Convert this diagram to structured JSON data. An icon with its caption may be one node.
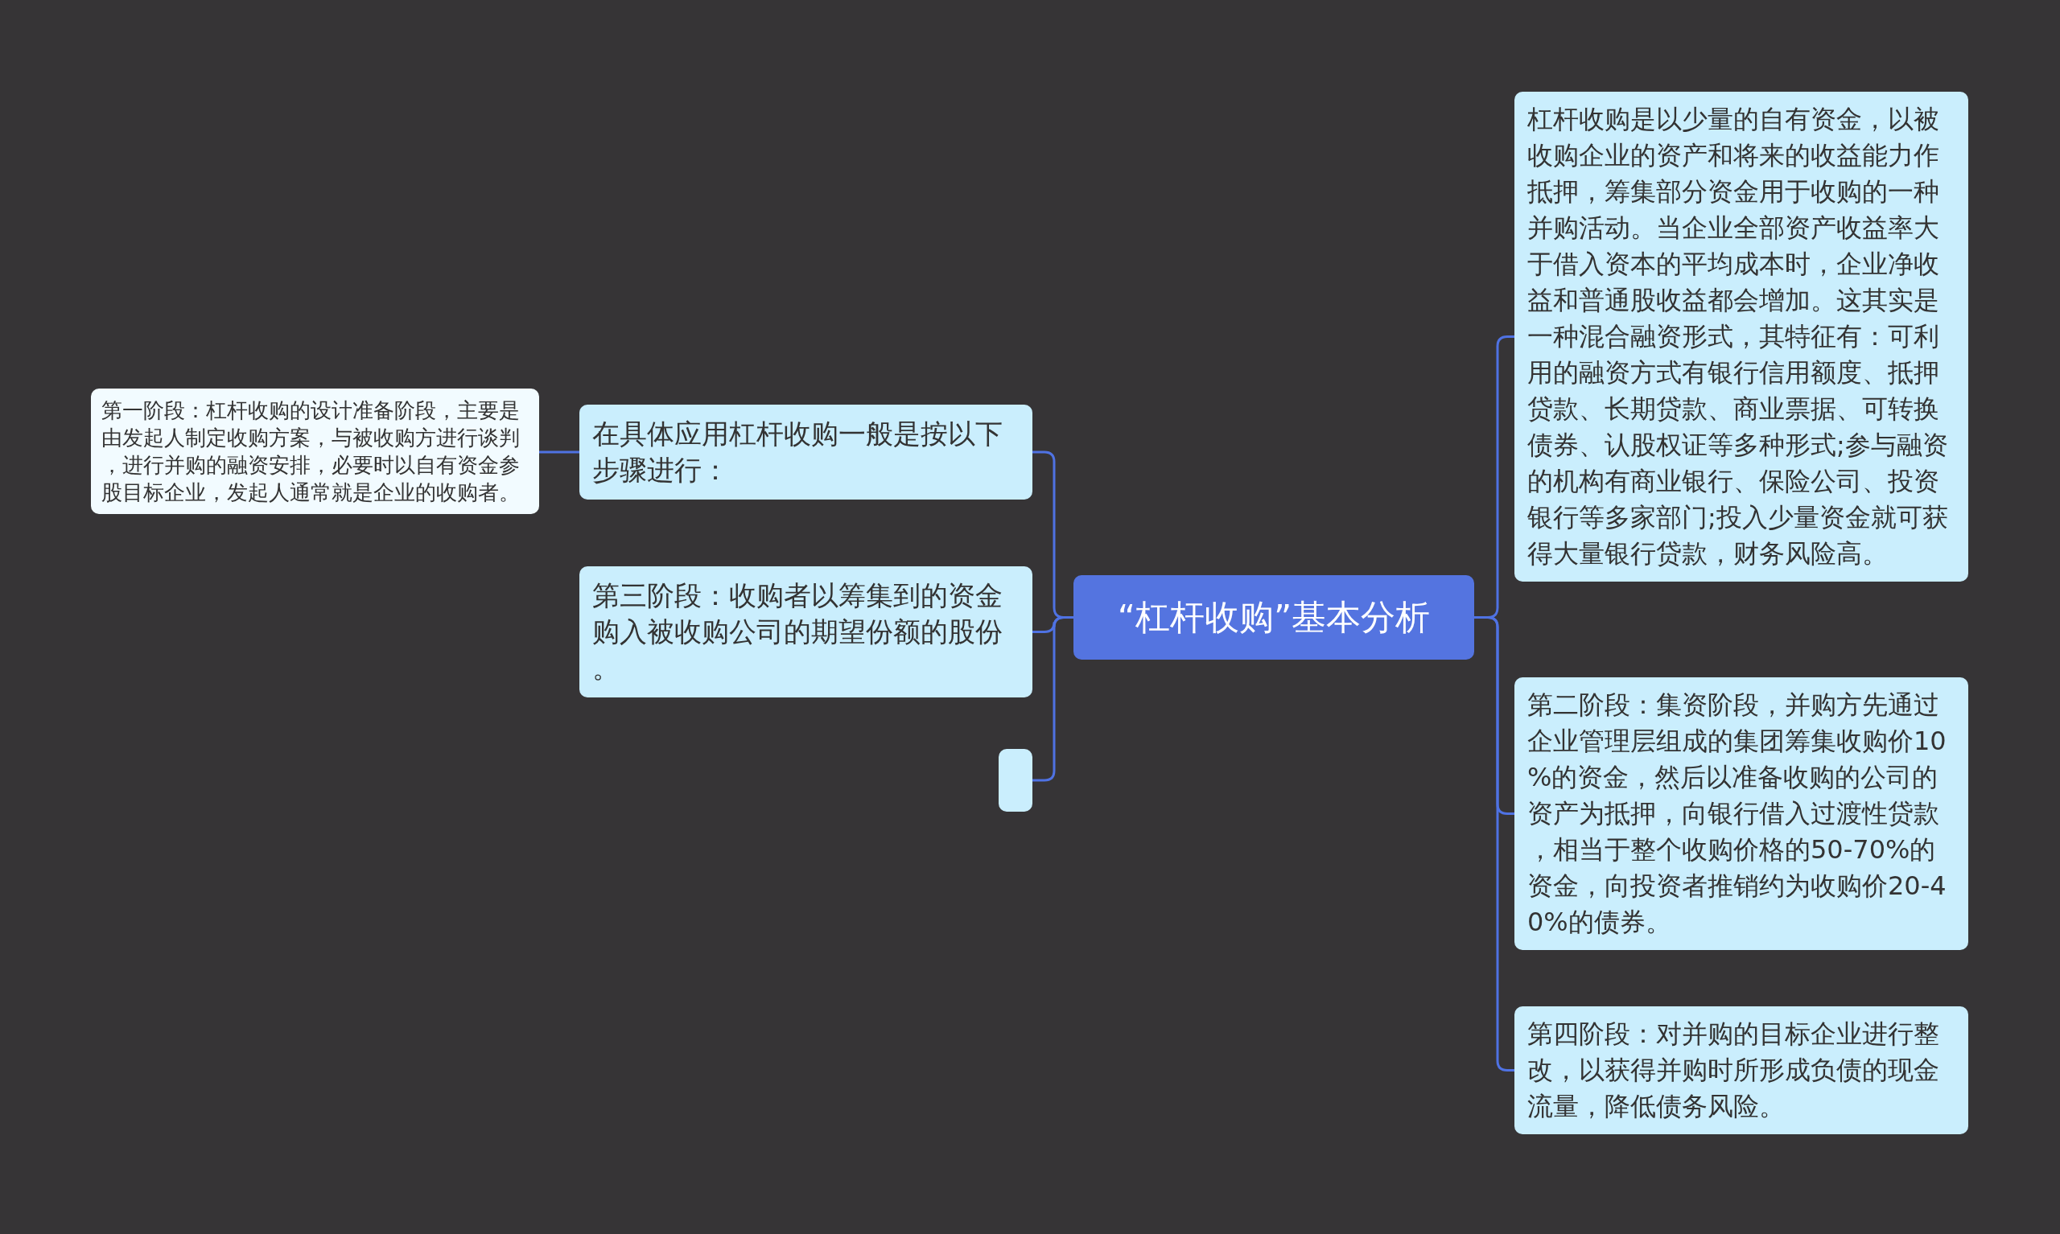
{
  "diagram": {
    "nodes": [
      {
        "text": [
          "“杠杆收购”基本分析"
        ]
      },
      {
        "text": [
          "在具体应用杠杆收购一般是按以下步骤进行："
        ]
      },
      {
        "text": [
          "第一阶段：杠杆收购的设计准备阶段，主要是由发起人制定收购方案，与被收购方进行谈判，进行并购的融资安排，必要时以自有资金参股目标企业，发起人通常就是企业的收购者。"
        ]
      },
      {
        "text": [
          "第三阶段：收购者以筹集到的资金购入被收购公司的期望份额的股份。"
        ]
      },
      {
        "text": [],
        "shape": "box"
      },
      {
        "text": [
          "杠杆收购是以少量的自有资金，以被收购企业的资产和将来的收益能力作抵押，筹集部分资金用于收购的一种并购活动。当企业全部资产收益率大于借入资本的平均成本时，企业净收益和普通股收益都会增加。这其实是一种混合融资形式，其特征有：可利用的融资方式有银行信用额度、抵押贷款、长期贷款、商业票据、可转换债券、认股权证等多种形式;参与融资的机构有商业银行、保险公司、投资银行等多家部门;投入少量资金就可获得大量银行贷款，财务风险高。"
        ]
      },
      {
        "text": [
          "第二阶段：集资阶段，并购方先通过企业管理层组成的集团筹集收购价10%的资金，然后以准备收购的公司的资产为抵押，向银行借入过渡性贷款，相当于整个收购价格的50-70%的资金，向投资者推销约为收购价20-40%的债券。"
        ]
      },
      {
        "text": [
          "第四阶段：对并购的目标企业进行整改，以获得并购时所形成负债的现金流量，降低债务风险。"
        ]
      }
    ],
    "edges": [
      {
        "from": 0,
        "to": 1,
        "arrow": "none"
      },
      {
        "from": 1,
        "to": 2,
        "arrow": "none"
      },
      {
        "from": 0,
        "to": 3,
        "arrow": "none"
      },
      {
        "from": 0,
        "to": 4,
        "arrow": "none"
      },
      {
        "from": 0,
        "to": 5,
        "arrow": "none"
      },
      {
        "from": 0,
        "to": 6,
        "arrow": "none"
      },
      {
        "from": 0,
        "to": 7,
        "arrow": "none"
      }
    ]
  }
}
